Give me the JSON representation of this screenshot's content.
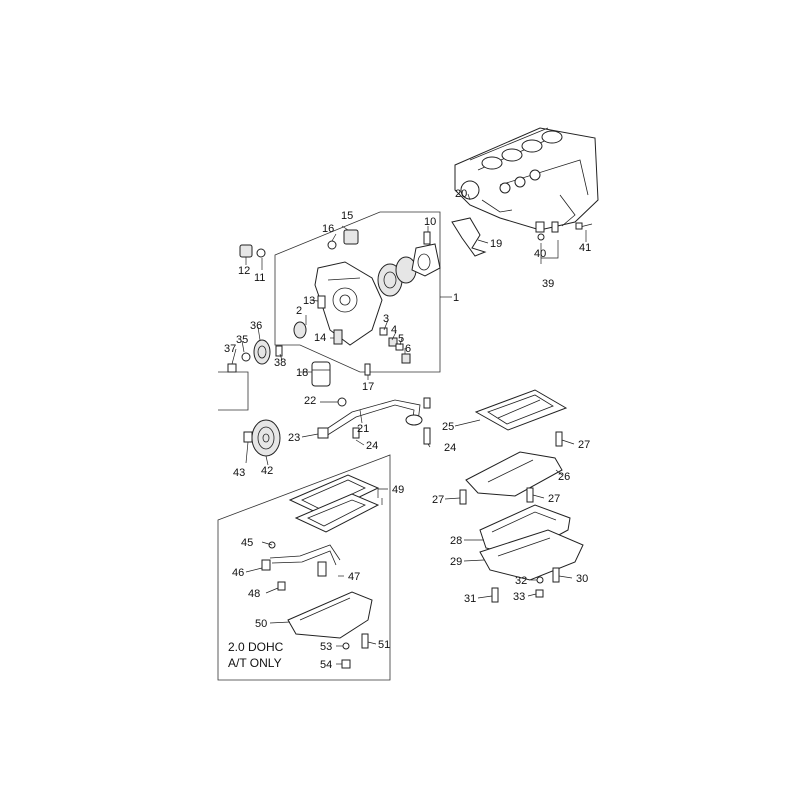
{
  "callouts": [
    "1",
    "2",
    "3",
    "4",
    "5",
    "6",
    "10",
    "11",
    "12",
    "13",
    "14",
    "15",
    "16",
    "17",
    "18",
    "19",
    "20",
    "21",
    "22",
    "23",
    "24",
    "24",
    "25",
    "26",
    "27",
    "27",
    "27",
    "28",
    "29",
    "30",
    "31",
    "32",
    "33",
    "35",
    "36",
    "37",
    "38",
    "39",
    "40",
    "41",
    "42",
    "43",
    "45",
    "46",
    "47",
    "48",
    "49",
    "50",
    "51",
    "53",
    "54"
  ],
  "note": {
    "line1": "2.0  DOHC",
    "line2": "A/T ONLY"
  }
}
